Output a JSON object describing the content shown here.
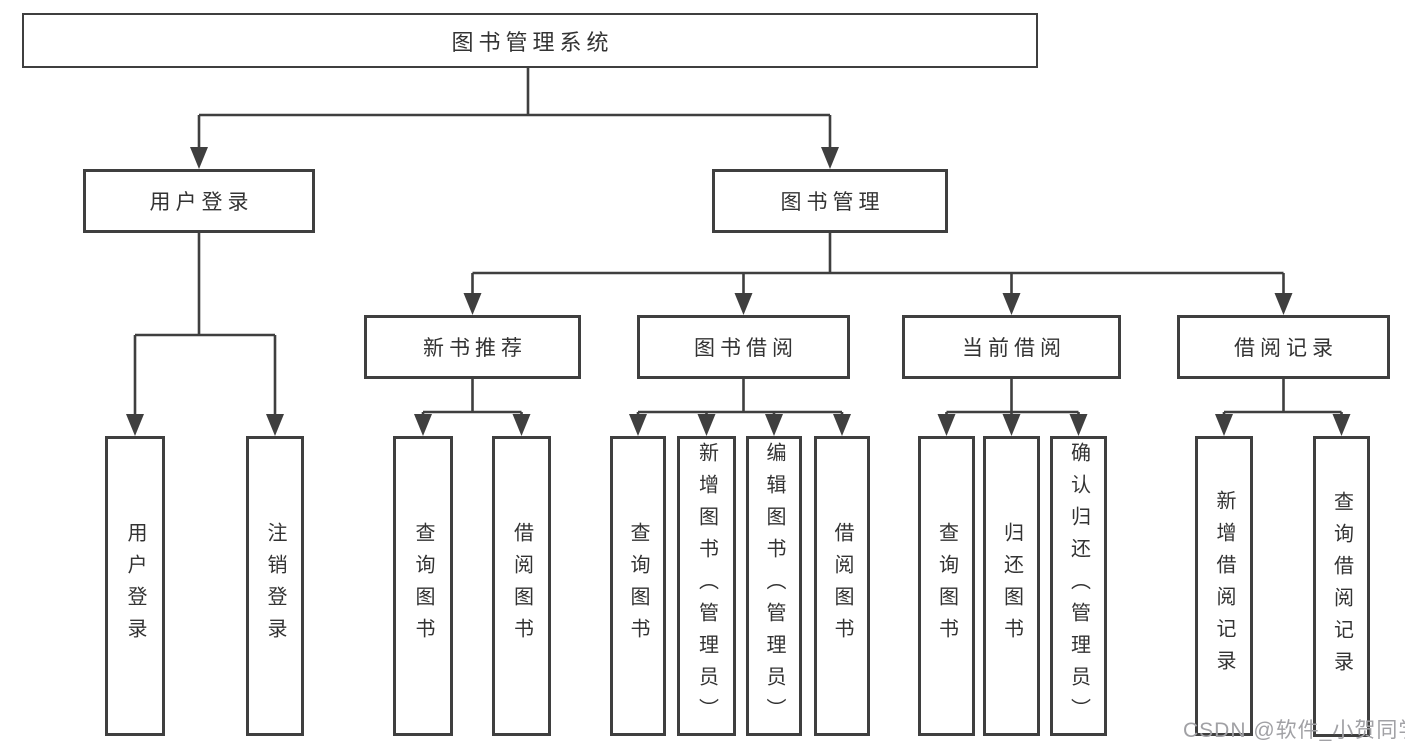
{
  "diagram": {
    "title": "图书管理系统",
    "colors": {
      "line": "#3f3f3f",
      "box_border": "#3f3f3f",
      "text": "#333333",
      "watermark": "#a1a1a5",
      "background": "#ffffff"
    },
    "nodes": {
      "root": "图书管理系统",
      "user_login": "用户登录",
      "book_mgmt": "图书管理",
      "new_book_rec": "新书推荐",
      "book_borrow": "图书借阅",
      "current_borrow": "当前借阅",
      "borrow_records": "借阅记录",
      "leaf_user_login": "用户登录",
      "leaf_logout": "注销登录",
      "leaf_query_books_1": "查询图书",
      "leaf_borrow_books_1": "借阅图书",
      "leaf_query_books_2": "查询图书",
      "leaf_add_books": "新增图书（管理员）",
      "leaf_edit_books": "编辑图书（管理员）",
      "leaf_borrow_books_2": "借阅图书",
      "leaf_query_books_3": "查询图书",
      "leaf_return_books": "归还图书",
      "leaf_confirm_return": "确认归还（管理员）",
      "leaf_add_record": "新增借阅记录",
      "leaf_query_record": "查询借阅记录"
    },
    "hierarchy": {
      "图书管理系统": {
        "用户登录": [
          "用户登录",
          "注销登录"
        ],
        "图书管理": {
          "新书推荐": [
            "查询图书",
            "借阅图书"
          ],
          "图书借阅": [
            "查询图书",
            "新增图书（管理员）",
            "编辑图书（管理员）",
            "借阅图书"
          ],
          "当前借阅": [
            "查询图书",
            "归还图书",
            "确认归还（管理员）"
          ],
          "借阅记录": [
            "新增借阅记录",
            "查询借阅记录"
          ]
        }
      }
    },
    "watermark": "CSDN @软件_小贺同学"
  }
}
